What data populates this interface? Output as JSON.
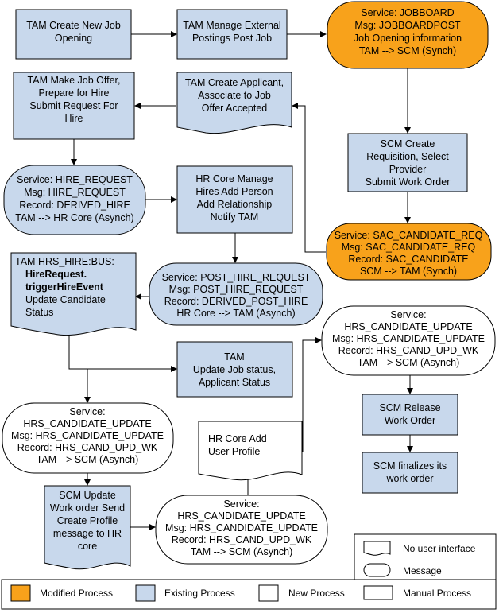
{
  "colors": {
    "existing": "#c8d8ec",
    "modified": "#f8a21b",
    "new": "#ffffff",
    "line": "#000000"
  },
  "nodes": {
    "tam_create_job": [
      "TAM Create New Job",
      "Opening"
    ],
    "tam_manage_postings": [
      "TAM Manage External",
      "Postings Post Job"
    ],
    "svc_jobboard": [
      "Service: JOBBOARD",
      "Msg: JOBBOARDPOST",
      "Job Opening information",
      "TAM --> SCM (Synch)"
    ],
    "tam_offer": [
      "TAM Make Job Offer,",
      "Prepare for Hire",
      "",
      "Submit Request For",
      "Hire"
    ],
    "tam_applicant": [
      "TAM Create Applicant,",
      "Associate to Job",
      "Offer Accepted"
    ],
    "scm_requisition": [
      "SCM Create",
      "Requisition, Select",
      "Provider",
      "Submit Work Order"
    ],
    "svc_hire_request": [
      "Service: HIRE_REQUEST",
      "Msg: HIRE_REQUEST",
      "Record: DERIVED_HIRE",
      "TAM --> HR Core (Asynch)"
    ],
    "hr_manage_hires": [
      "HR Core Manage",
      "Hires Add Person",
      "Add Relationship",
      "Notify TAM"
    ],
    "svc_sac_candidate": [
      "Service: SAC_CANDIDATE_REQ",
      "Msg: SAC_CANDIDATE_REQ",
      "Record: SAC_CANDIDATE",
      "SCM  --> TAM (Synch)"
    ],
    "tam_trigger": [
      "TAM ",
      "HRS_HIRE:BUS:",
      "HireRequest.",
      "triggerHireEvent",
      "Update Candidate",
      "Status"
    ],
    "svc_post_hire": [
      "Service: POST_HIRE_REQUEST",
      "Msg: POST_HIRE_REQUEST",
      "Record: DERIVED_POST_HIRE",
      "HR Core --> TAM (Asynch)"
    ],
    "svc_cand_update_right": [
      "Service:",
      "HRS_CANDIDATE_UPDATE",
      "Msg: HRS_CANDIDATE_UPDATE",
      "Record: HRS_CAND_UPD_WK",
      "TAM --> SCM (Asynch)"
    ],
    "tam_update_status": [
      "TAM",
      "Update Job status,",
      "Applicant Status"
    ],
    "svc_cand_update_left": [
      "Service:",
      "HRS_CANDIDATE_UPDATE",
      "Msg: HRS_CANDIDATE_UPDATE",
      "Record: HRS_CAND_UPD_WK",
      "TAM --> SCM (Asynch)"
    ],
    "hr_add_profile": [
      "HR Core Add",
      "User Profile"
    ],
    "scm_release": [
      "SCM Release",
      "Work Order"
    ],
    "scm_finalize": [
      "SCM finalizes its",
      "work order"
    ],
    "scm_update": [
      "SCM Update",
      "Work order Send",
      "Create Profile",
      "message to HR",
      "core"
    ],
    "svc_cand_update_bottom": [
      "Service:",
      "HRS_CANDIDATE_UPDATE",
      "Msg: HRS_CANDIDATE_UPDATE",
      "Record: HRS_CAND_UPD_WK",
      "TAM --> SCM (Asynch)"
    ]
  },
  "legend": {
    "no_ui": "No user interface",
    "message": "Message",
    "modified": "Modified Process",
    "existing": "Existing Process",
    "new": "New Process",
    "manual": "Manual Process"
  }
}
